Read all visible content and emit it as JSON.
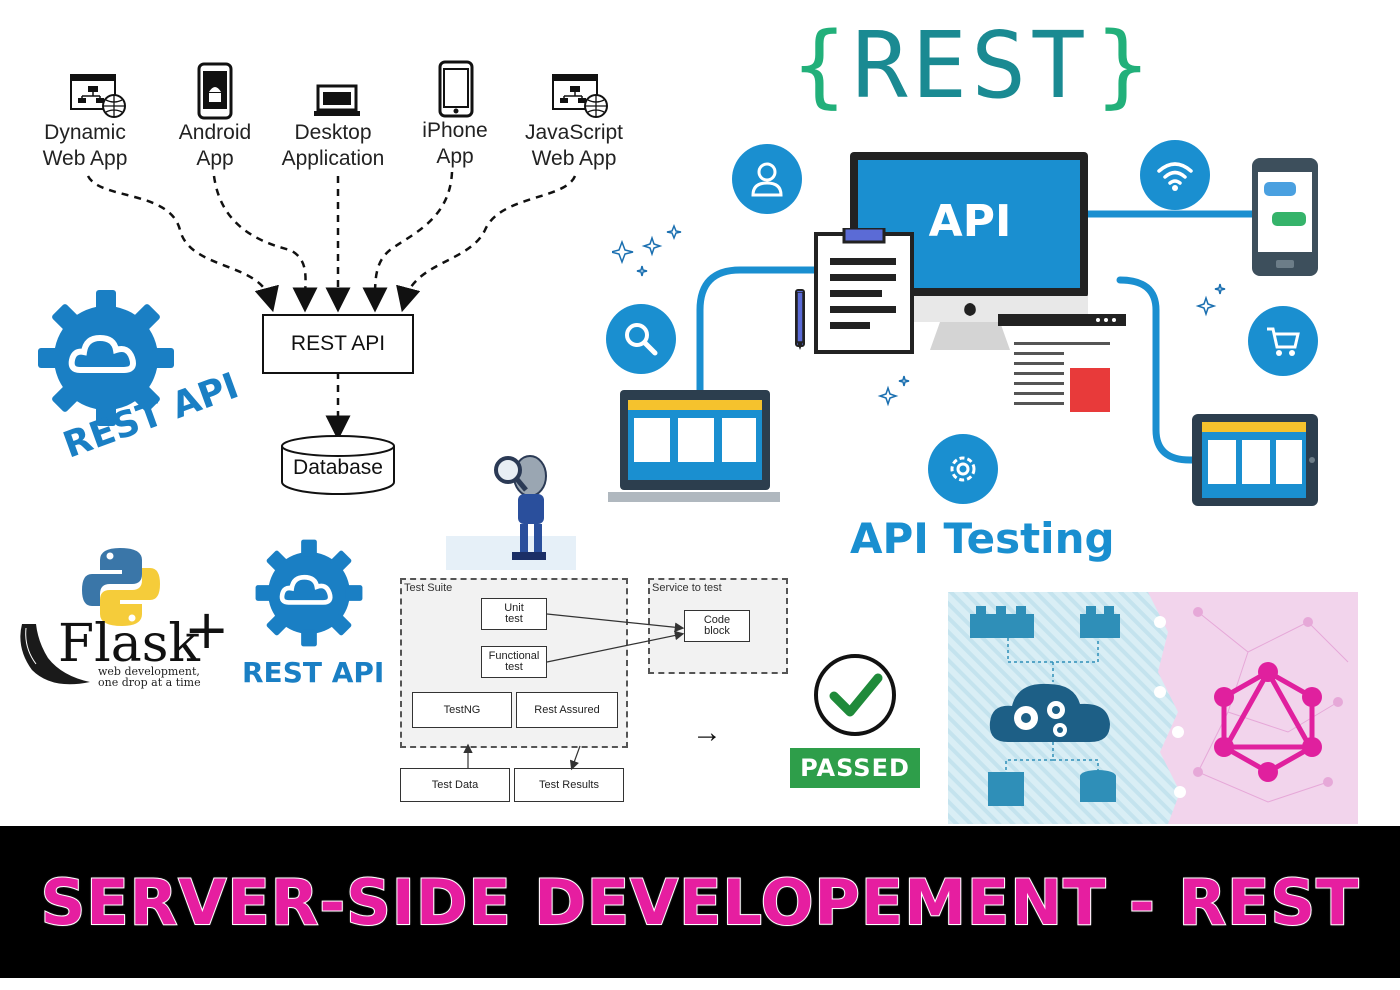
{
  "clients": [
    {
      "label": "Dynamic\nWeb App",
      "icon": "web-app-icon"
    },
    {
      "label": "Android\nApp",
      "icon": "android-phone-icon"
    },
    {
      "label": "Desktop\nApplication",
      "icon": "desktop-app-icon"
    },
    {
      "label": "iPhone\nApp",
      "icon": "iphone-icon"
    },
    {
      "label": "JavaScript\nWeb App",
      "icon": "javascript-web-app-icon"
    }
  ],
  "rest_api_box": "REST API",
  "database_label": "Database",
  "rest_api_badge_1": "REST API",
  "rest_logo": {
    "brace_open": "{",
    "text": "REST",
    "brace_close": "}"
  },
  "api_screen_label": "API",
  "api_testing_label": "API Testing",
  "flask": {
    "name": "Flask",
    "tagline": "web development,\none drop at a time",
    "plus": "+"
  },
  "rest_api_badge_2": "REST API",
  "test_diagram": {
    "suite_title": "Test Suite",
    "service_title": "Service to test",
    "unit_test": "Unit\ntest",
    "functional_test": "Functional\ntest",
    "code_block": "Code\nblock",
    "testng": "TestNG",
    "rest_assured": "Rest Assured",
    "test_data": "Test Data",
    "test_results": "Test Results"
  },
  "arrow": "→",
  "passed_label": "PASSED",
  "banner_text": "SERVER-SIDE DEVELOPEMENT - REST",
  "colors": {
    "blue": "#1a8fd0",
    "teal": "#1a8a92",
    "pink": "#e61ea0",
    "green": "#2e9e4a"
  }
}
